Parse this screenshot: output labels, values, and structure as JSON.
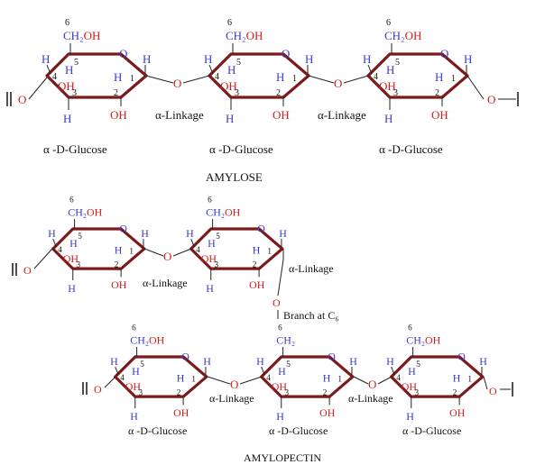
{
  "colors": {
    "ring": "#7a1a1a",
    "hydrogen": "#3a3ad0",
    "hydroxyl": "#d01c1c",
    "text": "#111111"
  },
  "labels": {
    "H": "H",
    "OH": "OH",
    "O": "O",
    "CH2OH": "CH₂OH",
    "CH2": "CH₂",
    "c1": "1",
    "c2": "2",
    "c3": "3",
    "c4": "4",
    "c5": "5",
    "c6": "6"
  },
  "amylose": {
    "title": "AMYLOSE",
    "linkage": "α-Linkage",
    "unit": "α -D-Glucose"
  },
  "amylopectin": {
    "title": "AMYLOPECTIN",
    "linkage": "α-Linkage",
    "branch": "Branch at C₆",
    "unit": "α -D-Glucose"
  }
}
